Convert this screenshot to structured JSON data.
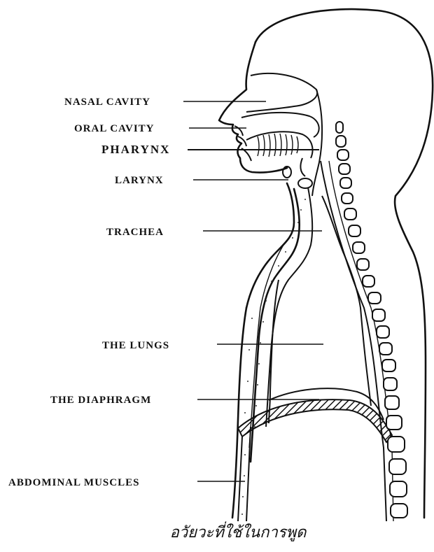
{
  "diagram": {
    "labels": {
      "nasal_cavity": "NASAL CAVITY",
      "oral_cavity": "ORAL CAVITY",
      "pharynx": "PHARYNX",
      "larynx": "LARYNX",
      "trachea": "TRACHEA",
      "lungs": "THE LUNGS",
      "diaphragm": "THE DIAPHRAGM",
      "abdominal_muscles": "ABDOMINAL MUSCLES"
    },
    "caption": "อวัยวะที่ใช้ในการพูด"
  }
}
